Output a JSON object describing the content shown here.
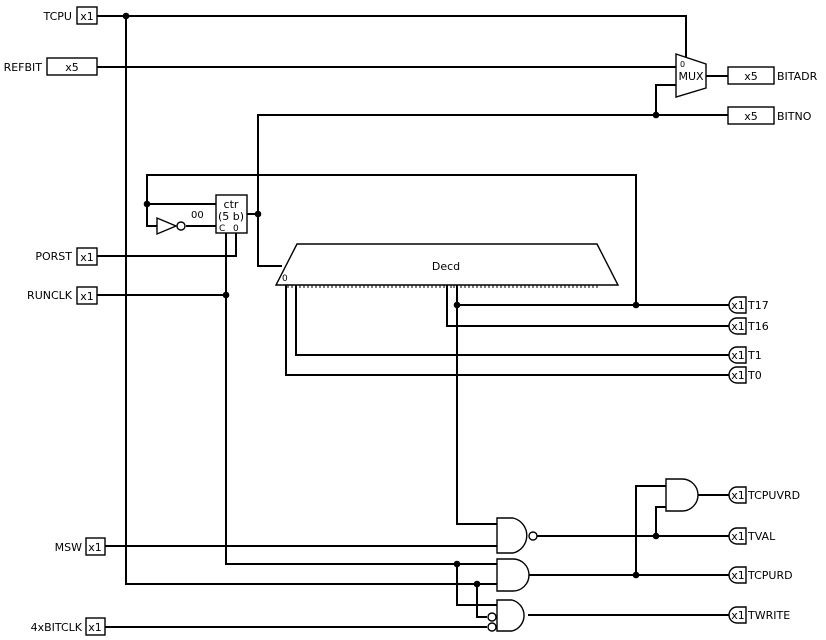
{
  "inputs": [
    {
      "name": "TCPU",
      "width": "x1"
    },
    {
      "name": "REFBIT",
      "width": "x5"
    },
    {
      "name": "PORST",
      "width": "x1"
    },
    {
      "name": "RUNCLK",
      "width": "x1"
    },
    {
      "name": "MSW",
      "width": "x1"
    },
    {
      "name": "4xBITCLK",
      "width": "x1"
    }
  ],
  "outputs": [
    {
      "name": "BITADR",
      "width": "x5"
    },
    {
      "name": "BITNO",
      "width": "x5"
    },
    {
      "name": "T17",
      "width": "x1"
    },
    {
      "name": "T16",
      "width": "x1"
    },
    {
      "name": "T1",
      "width": "x1"
    },
    {
      "name": "T0",
      "width": "x1"
    },
    {
      "name": "TCPUVRD",
      "width": "x1"
    },
    {
      "name": "TVAL",
      "width": "x1"
    },
    {
      "name": "TCPURD",
      "width": "x1"
    },
    {
      "name": "TWRITE",
      "width": "x1"
    }
  ],
  "components": {
    "mux": {
      "label": "MUX",
      "sel": "0"
    },
    "counter": {
      "line1": "ctr",
      "line2": "(5 b)",
      "pin_left": "00",
      "pin_b1": "C",
      "pin_b2": "0"
    },
    "decoder": {
      "label": "Decd",
      "pin": "0"
    }
  }
}
